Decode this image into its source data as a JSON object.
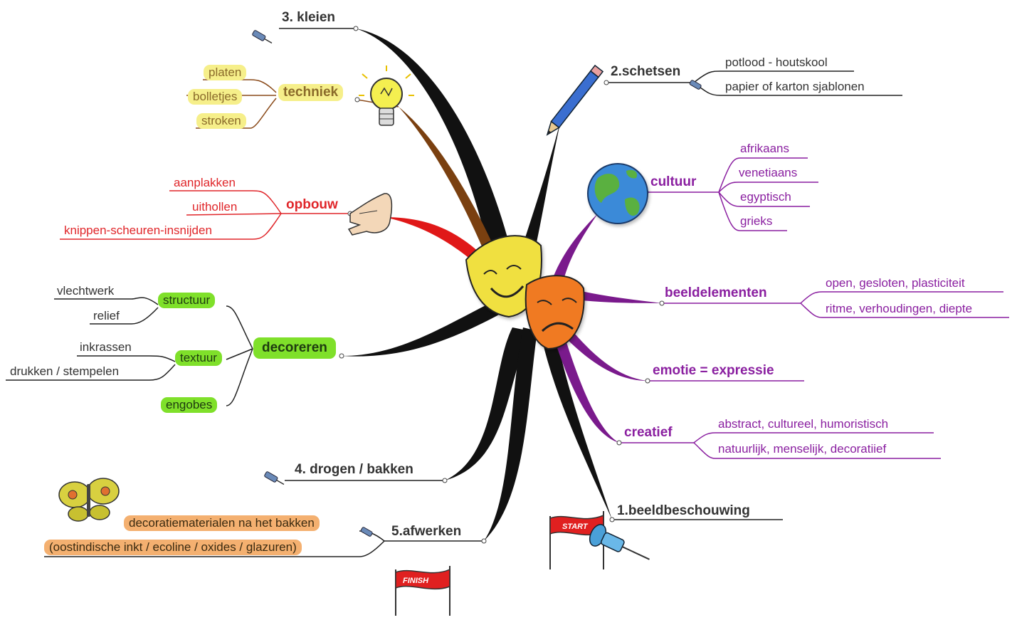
{
  "center": {
    "title": "",
    "icons": [
      "comedy-mask-icon",
      "tragedy-mask-icon"
    ]
  },
  "branches": {
    "beeldbeschouwing": {
      "label": "1.beeldbeschouwing",
      "icon": "start-flag-pushpin-icon",
      "flag_text": "START"
    },
    "schetsen": {
      "label": "2.schetsen",
      "icon": "pencil-icon",
      "items": [
        "potlood - houtskool",
        "papier of karton sjablonen"
      ]
    },
    "kleien": {
      "label": "3. kleien",
      "icon": "pushpin-icon"
    },
    "drogen": {
      "label": "4. drogen / bakken",
      "icon": "pushpin-icon"
    },
    "afwerken": {
      "label": "5.afwerken",
      "icon": "butterfly-icon",
      "items": [
        "decoratiemateri­alen na het bakken",
        "(oostindische inkt / ecoline / oxides  / glazuren)"
      ],
      "flag_text": "FINISH"
    },
    "techniek": {
      "label": "techniek",
      "icon": "lightbulb-icon",
      "items": [
        "platen",
        "bolletjes",
        "stroken"
      ]
    },
    "opbouw": {
      "label": "opbouw",
      "icon": "pointing-hand-icon",
      "items": [
        "aanplakken",
        "uithollen",
        "knippen-scheuren-insnijden"
      ]
    },
    "decoreren": {
      "label": "decoreren",
      "subs": [
        {
          "label": "structuur",
          "items": [
            "vlechtwerk",
            "relief"
          ]
        },
        {
          "label": "textuur",
          "items": [
            "inkrassen",
            "drukken / stempelen"
          ]
        },
        {
          "label": "engobes",
          "items": []
        }
      ]
    },
    "cultuur": {
      "label": "cultuur",
      "icon": "globe-icon",
      "items": [
        "afrikaans",
        "venetiaans",
        "egyptisch",
        "grieks"
      ]
    },
    "beeldelementen": {
      "label": "beeldelementen",
      "items": [
        "open, gesloten, plasticiteit",
        "ritme, verhoudingen, diepte"
      ]
    },
    "emotie": {
      "label": "emotie = expressie"
    },
    "creatief": {
      "label": "creatief",
      "items": [
        "abstract, cultureel, humoristisch",
        "natuurlijk, menselijk, decoratiief"
      ]
    }
  },
  "colors": {
    "black_branch": "#111111",
    "purple_branch": "#7a1a8c",
    "red_branch": "#e01818",
    "brown_branch": "#7a4010",
    "techniek_fill": "#f6ef8a",
    "decoreren_fill": "#7fe02a",
    "afwerken_fill": "#f4b070",
    "comedy_mask": "#f0e040",
    "tragedy_mask": "#f07a20"
  }
}
